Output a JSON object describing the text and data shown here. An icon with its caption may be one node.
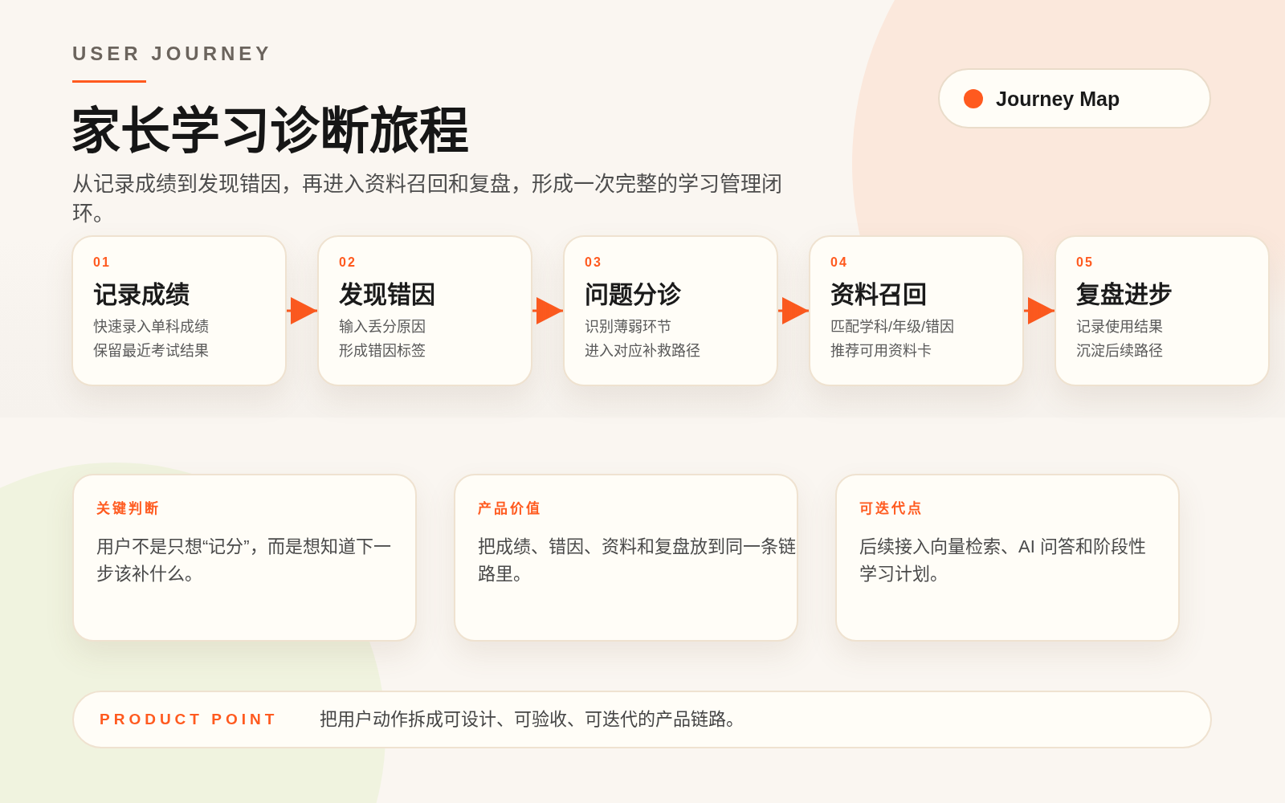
{
  "diagram": {
    "title": "家长学习诊断旅程",
    "nodes": [
      {
        "text": [
          "Journey Map"
        ]
      },
      {
        "text": [
          "01",
          "记录成绩",
          "快速录入单科成绩",
          "保留最近考试结果"
        ]
      },
      {
        "text": [
          "02",
          "发现错因",
          "输入丢分原因",
          "形成错因标签"
        ]
      },
      {
        "text": [
          "03",
          "问题分诊",
          "识别薄弱环节",
          "进入对应补救路径"
        ]
      },
      {
        "text": [
          "04",
          "资料召回",
          "匹配学科/年级/错因",
          "推荐可用资料卡"
        ]
      },
      {
        "text": [
          "05",
          "复盘进步",
          "记录使用结果",
          "沉淀后续路径"
        ]
      },
      {
        "text": [
          "关键判断",
          "用户不是只想“记分”，而是想知道下一步该补什么。"
        ]
      },
      {
        "text": [
          "产品价值",
          "把成绩、错因、资料和复盘放到同一条链路里。"
        ]
      },
      {
        "text": [
          "可迭代点",
          "后续接入向量检索、AI 问答和阶段性学习计划。"
        ]
      },
      {
        "text": [
          "PRODUCT POINT",
          "把用户动作拆成可设计、可验收、可迭代的产品链路。"
        ]
      }
    ],
    "edges": [
      {
        "from": 1,
        "to": 2,
        "arrow": "to"
      },
      {
        "from": 2,
        "to": 3,
        "arrow": "to"
      },
      {
        "from": 3,
        "to": 4,
        "arrow": "to"
      },
      {
        "from": 4,
        "to": 5,
        "arrow": "to"
      }
    ],
    "labels": [
      "USER JOURNEY",
      "从记录成绩到发现错因，再进入资料召回和复盘，形成一次完整的学习管理闭环。"
    ]
  }
}
